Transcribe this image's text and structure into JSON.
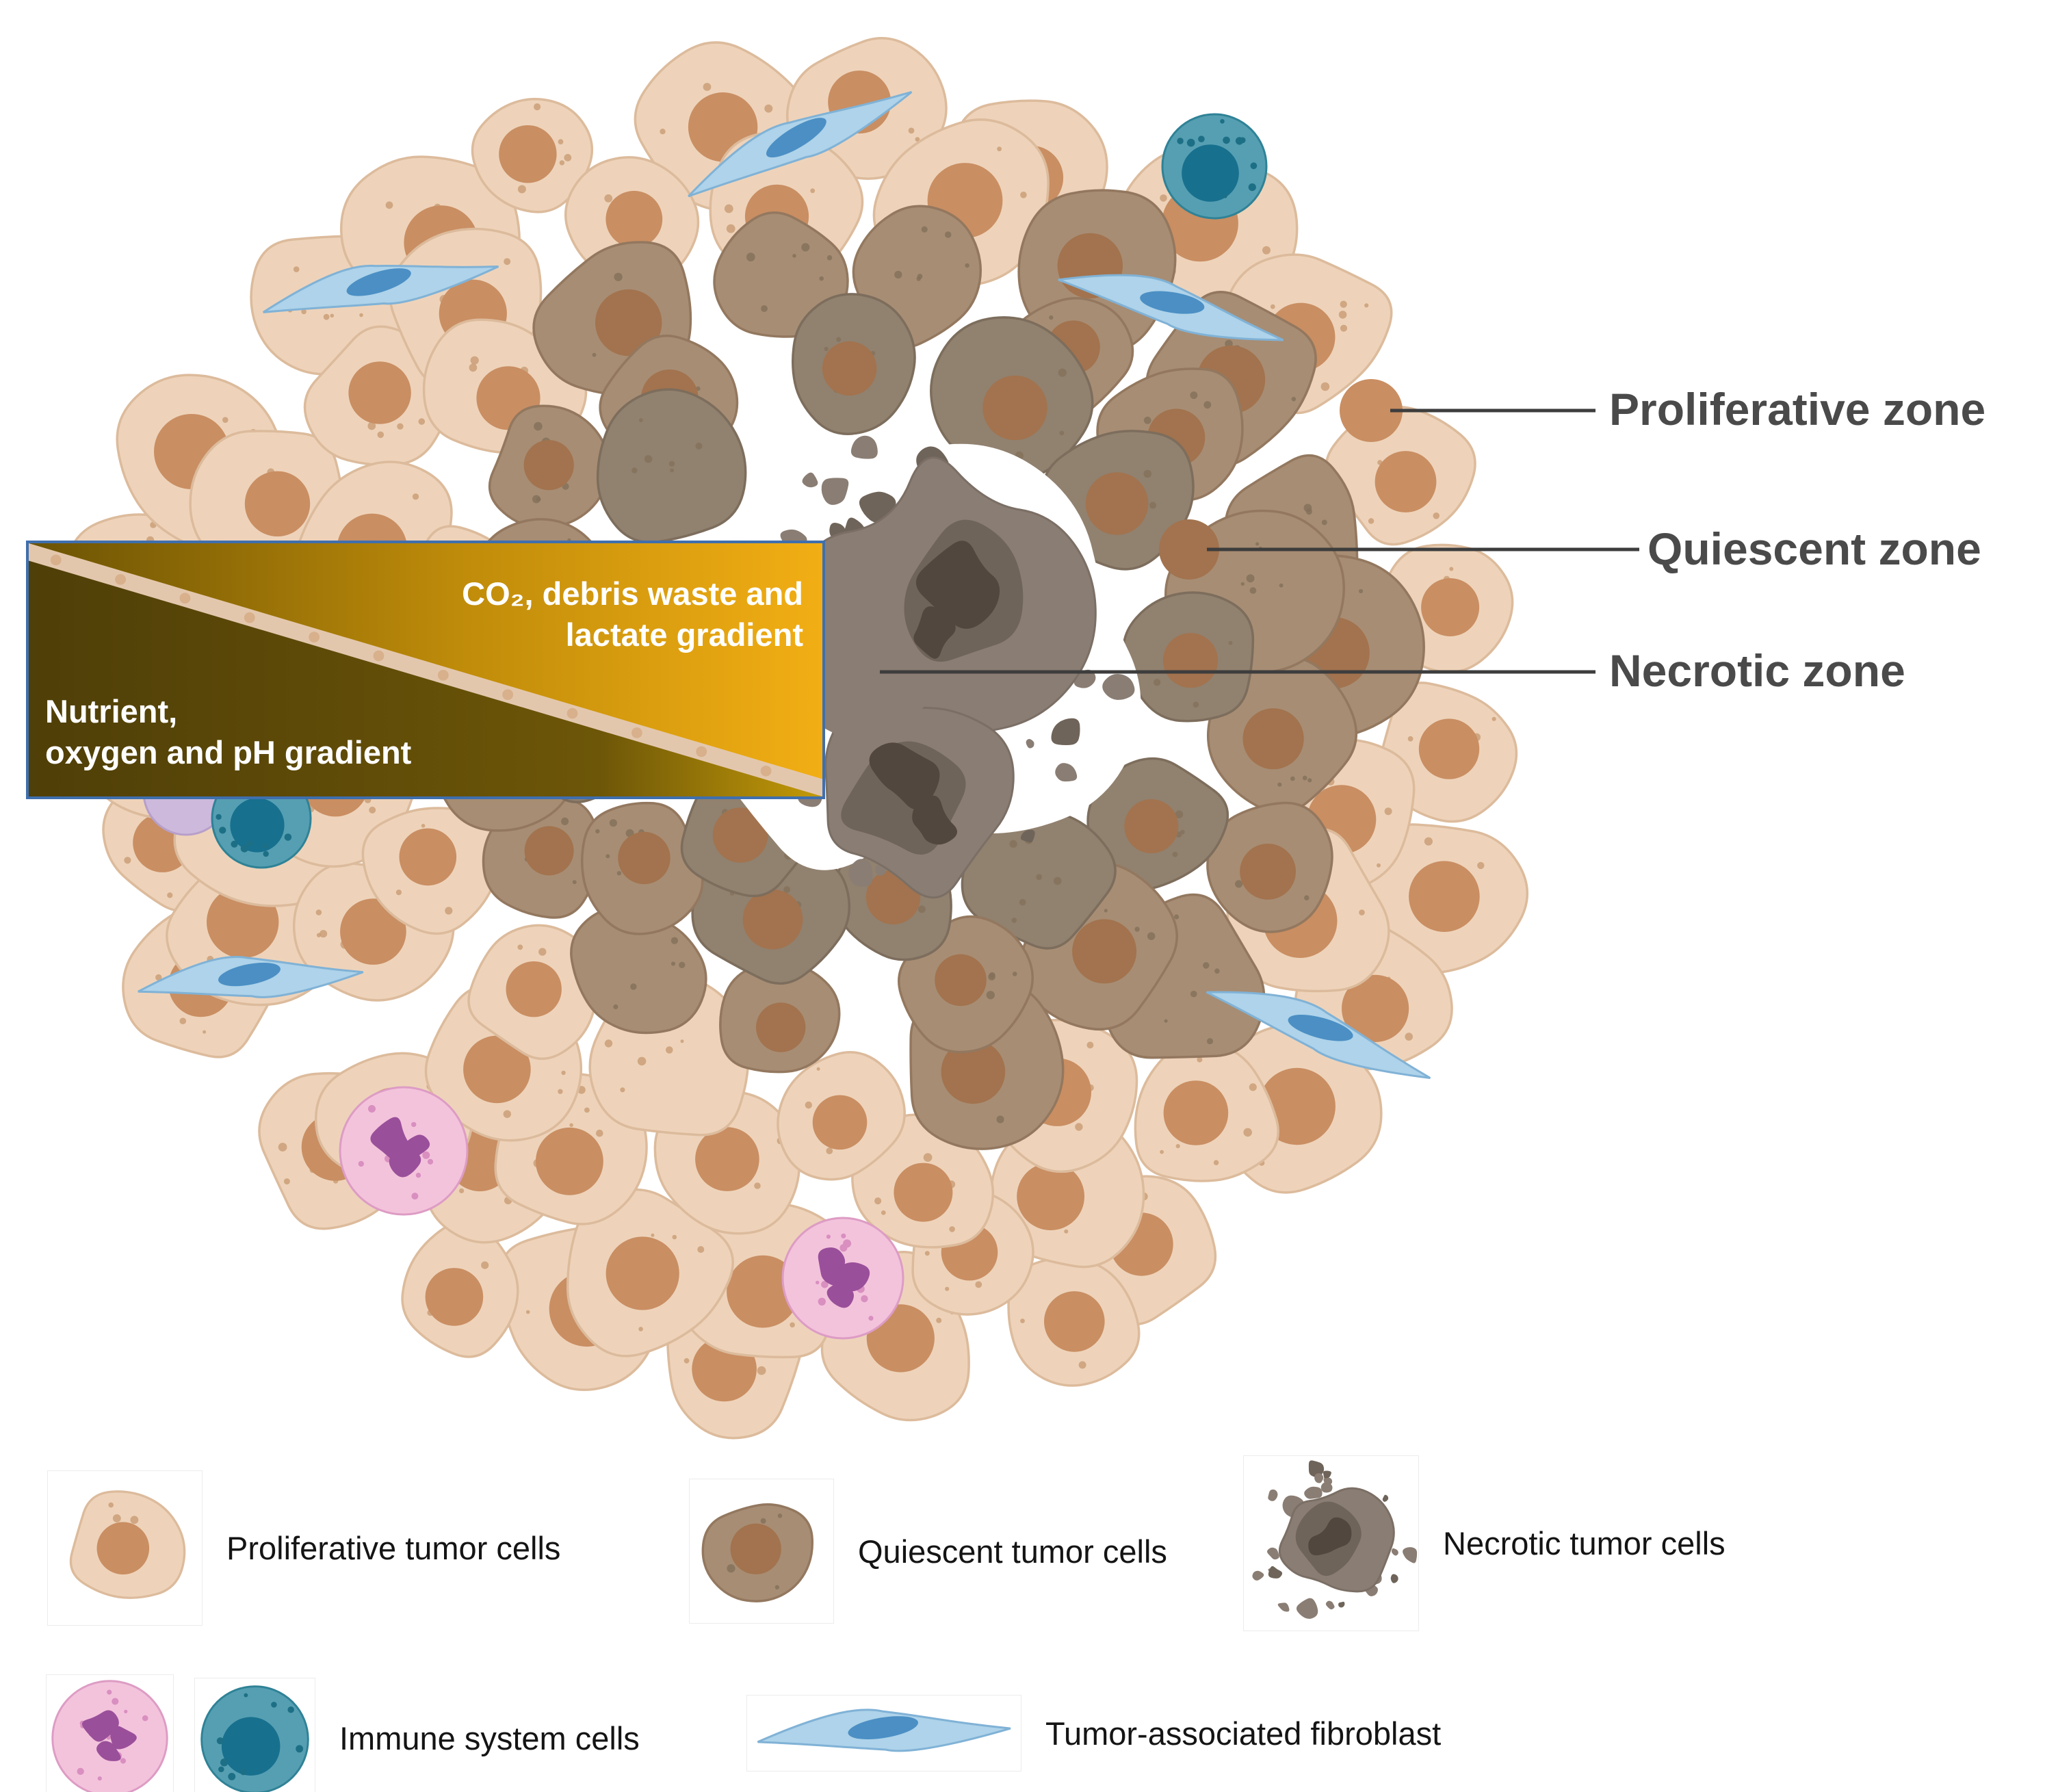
{
  "zones": {
    "proliferative": {
      "label": "Proliferative zone"
    },
    "quiescent": {
      "label": "Quiescent zone"
    },
    "necrotic": {
      "label": "Necrotic zone"
    }
  },
  "gradient_box": {
    "co2_line1": "CO₂, debris waste and",
    "co2_line2": "lactate gradient",
    "nutrient_line1": "Nutrient,",
    "nutrient_line2": "oxygen and pH gradient"
  },
  "legend": {
    "proliferative": {
      "label": "Proliferative tumor cells",
      "icon": "proliferative-cell-icon"
    },
    "quiescent": {
      "label": "Quiescent tumor cells",
      "icon": "quiescent-cell-icon"
    },
    "necrotic": {
      "label": "Necrotic tumor cells",
      "icon": "necrotic-cell-icon"
    },
    "immune": {
      "label": "Immune system cells",
      "icon": "immune-cells-icon"
    },
    "fibroblast": {
      "label": "Tumor-associated fibroblast",
      "icon": "fibroblast-icon"
    }
  },
  "colors": {
    "proliferative_body": "#eed3ba",
    "proliferative_stroke": "#dcbb9c",
    "proliferative_nucleus": "#c98e62",
    "proliferative_speckle": "#c89c74",
    "quiescent_body": "#a78d74",
    "quiescent_stroke": "#93785f",
    "quiescent_nucleus": "#a2734e",
    "quiescent_inner_body": "#91816f",
    "quiescent_inner_stroke": "#7d6d5c",
    "necrotic_body": "#8a7d73",
    "necrotic_mid": "#6f6459",
    "necrotic_dark": "#52473e",
    "fibroblast_body": "#aed3ea",
    "fibroblast_stroke": "#80b2d6",
    "fibroblast_nucleus": "#4b8fc4",
    "immune_pink_body": "#f3c3dc",
    "immune_pink_stroke": "#dd9cc4",
    "immune_pink_nucleus": "#9a4f9a",
    "immune_teal_body": "#569fb2",
    "immune_teal_nucleus": "#17708e",
    "zone_label_text": "#4a4a4a",
    "pointer_line": "#3d3d3d",
    "banner_border": "#3f6fae",
    "gold_bright": "#f2ae14",
    "gold_dark": "#6b5304",
    "olive_dark": "#4f3f08",
    "legend_text": "#141414"
  }
}
